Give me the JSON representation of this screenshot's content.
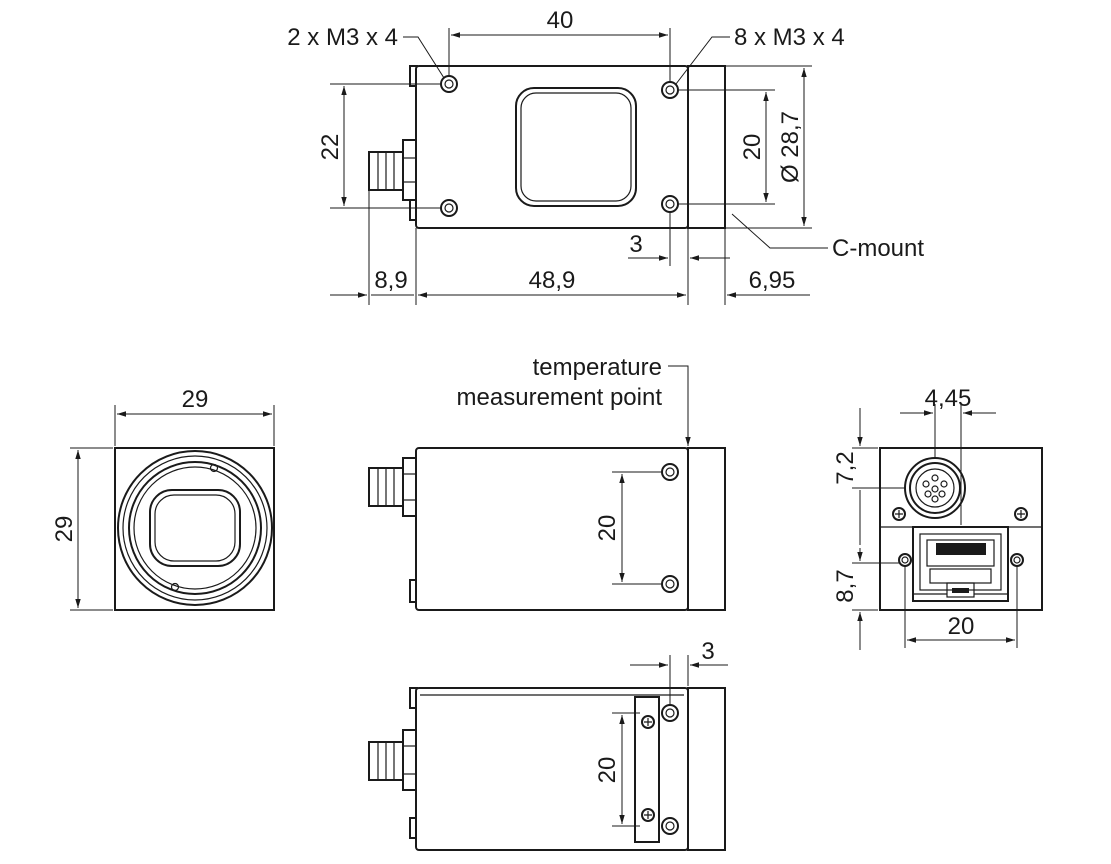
{
  "top_view": {
    "dim_width": "40",
    "dim_height": "22",
    "dim_thread_spacing": "20",
    "dim_diameter": "Ø 28,7",
    "dim_flange": "3",
    "dim_connector": "8,9",
    "dim_body": "48,9",
    "dim_mount": "6,95",
    "note_left_holes": "2 x M3 x 4",
    "note_right_holes": "8 x M3 x 4",
    "note_mount": "C-mount"
  },
  "front_view": {
    "dim_width": "29",
    "dim_height": "29"
  },
  "side_view": {
    "note_temp_line1": "temperature",
    "note_temp_line2": "measurement point",
    "dim_hole_spacing": "20"
  },
  "back_view": {
    "dim_offset": "4,45",
    "dim_connector_height": "7,2",
    "dim_rj45_height": "8,7",
    "dim_width": "20"
  },
  "bottom_view": {
    "dim_flange": "3",
    "dim_hole_spacing": "20"
  }
}
